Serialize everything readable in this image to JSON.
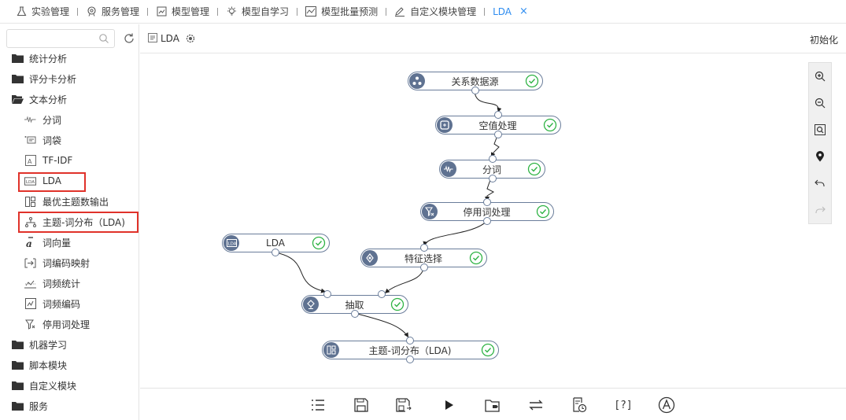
{
  "top_tabs": [
    {
      "label": "实验管理",
      "icon": "flask-icon"
    },
    {
      "label": "服务管理",
      "icon": "service-icon"
    },
    {
      "label": "模型管理",
      "icon": "chart-box-icon"
    },
    {
      "label": "模型自学习",
      "icon": "bulb-icon"
    },
    {
      "label": "模型批量预测",
      "icon": "line-chart-icon"
    },
    {
      "label": "自定义模块管理",
      "icon": "pen-icon"
    },
    {
      "label": "LDA",
      "close": "×",
      "active": true
    }
  ],
  "sidebar": {
    "search_placeholder": "",
    "items": [
      {
        "label": "统计分析",
        "type": "folder"
      },
      {
        "label": "评分卡分析",
        "type": "folder"
      },
      {
        "label": "文本分析",
        "type": "folder-open"
      },
      {
        "label": "分词",
        "type": "leaf",
        "icon": "wave-icon"
      },
      {
        "label": "词袋",
        "type": "leaf",
        "icon": "bag-icon"
      },
      {
        "label": "TF-IDF",
        "type": "leaf",
        "icon": "tfidf-icon"
      },
      {
        "label": "LDA",
        "type": "leaf",
        "icon": "lda-icon",
        "highlighted": true
      },
      {
        "label": "最优主题数输出",
        "type": "leaf",
        "icon": "layout-icon"
      },
      {
        "label": "主题-词分布（LDA)",
        "type": "leaf",
        "icon": "network-icon",
        "highlighted": true
      },
      {
        "label": "词向量",
        "type": "leaf",
        "icon": "vector-icon"
      },
      {
        "label": "词编码映射",
        "type": "leaf",
        "icon": "mapping-icon"
      },
      {
        "label": "词频统计",
        "type": "leaf",
        "icon": "stats-icon"
      },
      {
        "label": "词频编码",
        "type": "leaf",
        "icon": "encode-icon"
      },
      {
        "label": "停用词处理",
        "type": "leaf",
        "icon": "filter-icon"
      },
      {
        "label": "机器学习",
        "type": "folder"
      },
      {
        "label": "脚本模块",
        "type": "folder"
      },
      {
        "label": "自定义模块",
        "type": "folder"
      },
      {
        "label": "服务",
        "type": "folder"
      }
    ]
  },
  "canvas": {
    "title": "LDA",
    "init_label": "初始化",
    "nodes": [
      {
        "id": "n1",
        "label": "关系数据源",
        "icon": "datasource-icon",
        "status": "success"
      },
      {
        "id": "n2",
        "label": "空值处理",
        "icon": "null-handle-icon",
        "status": "success"
      },
      {
        "id": "n3",
        "label": "分词",
        "icon": "wave-icon",
        "status": "success"
      },
      {
        "id": "n4",
        "label": "停用词处理",
        "icon": "filter-icon",
        "status": "success"
      },
      {
        "id": "n5",
        "label": "LDA",
        "icon": "lda-icon",
        "status": "success"
      },
      {
        "id": "n6",
        "label": "特征选择",
        "icon": "feature-icon",
        "status": "success"
      },
      {
        "id": "n7",
        "label": "抽取",
        "icon": "extract-icon",
        "status": "success"
      },
      {
        "id": "n8",
        "label": "主题-词分布（LDA)",
        "icon": "layout-icon",
        "status": "success"
      }
    ],
    "edges": [
      [
        "n1",
        "n2"
      ],
      [
        "n2",
        "n3"
      ],
      [
        "n3",
        "n4"
      ],
      [
        "n4",
        "n6"
      ],
      [
        "n5",
        "n7"
      ],
      [
        "n6",
        "n7"
      ],
      [
        "n7",
        "n8"
      ]
    ]
  },
  "zoom_tools": [
    "zoom-in-icon",
    "zoom-out-icon",
    "fit-icon",
    "locate-icon",
    "undo-icon",
    "redo-icon"
  ],
  "bottom_tools": [
    "list-icon",
    "save-icon",
    "save-as-icon",
    "run-icon",
    "export-icon",
    "swap-icon",
    "history-icon",
    "help-icon",
    "auto-layout-icon"
  ],
  "bottom_help_text": "[?]",
  "colors": {
    "accent": "#2d8cf0",
    "node_icon_bg": "#5f7291",
    "success": "#2fb344",
    "highlight": "#e0322a"
  }
}
